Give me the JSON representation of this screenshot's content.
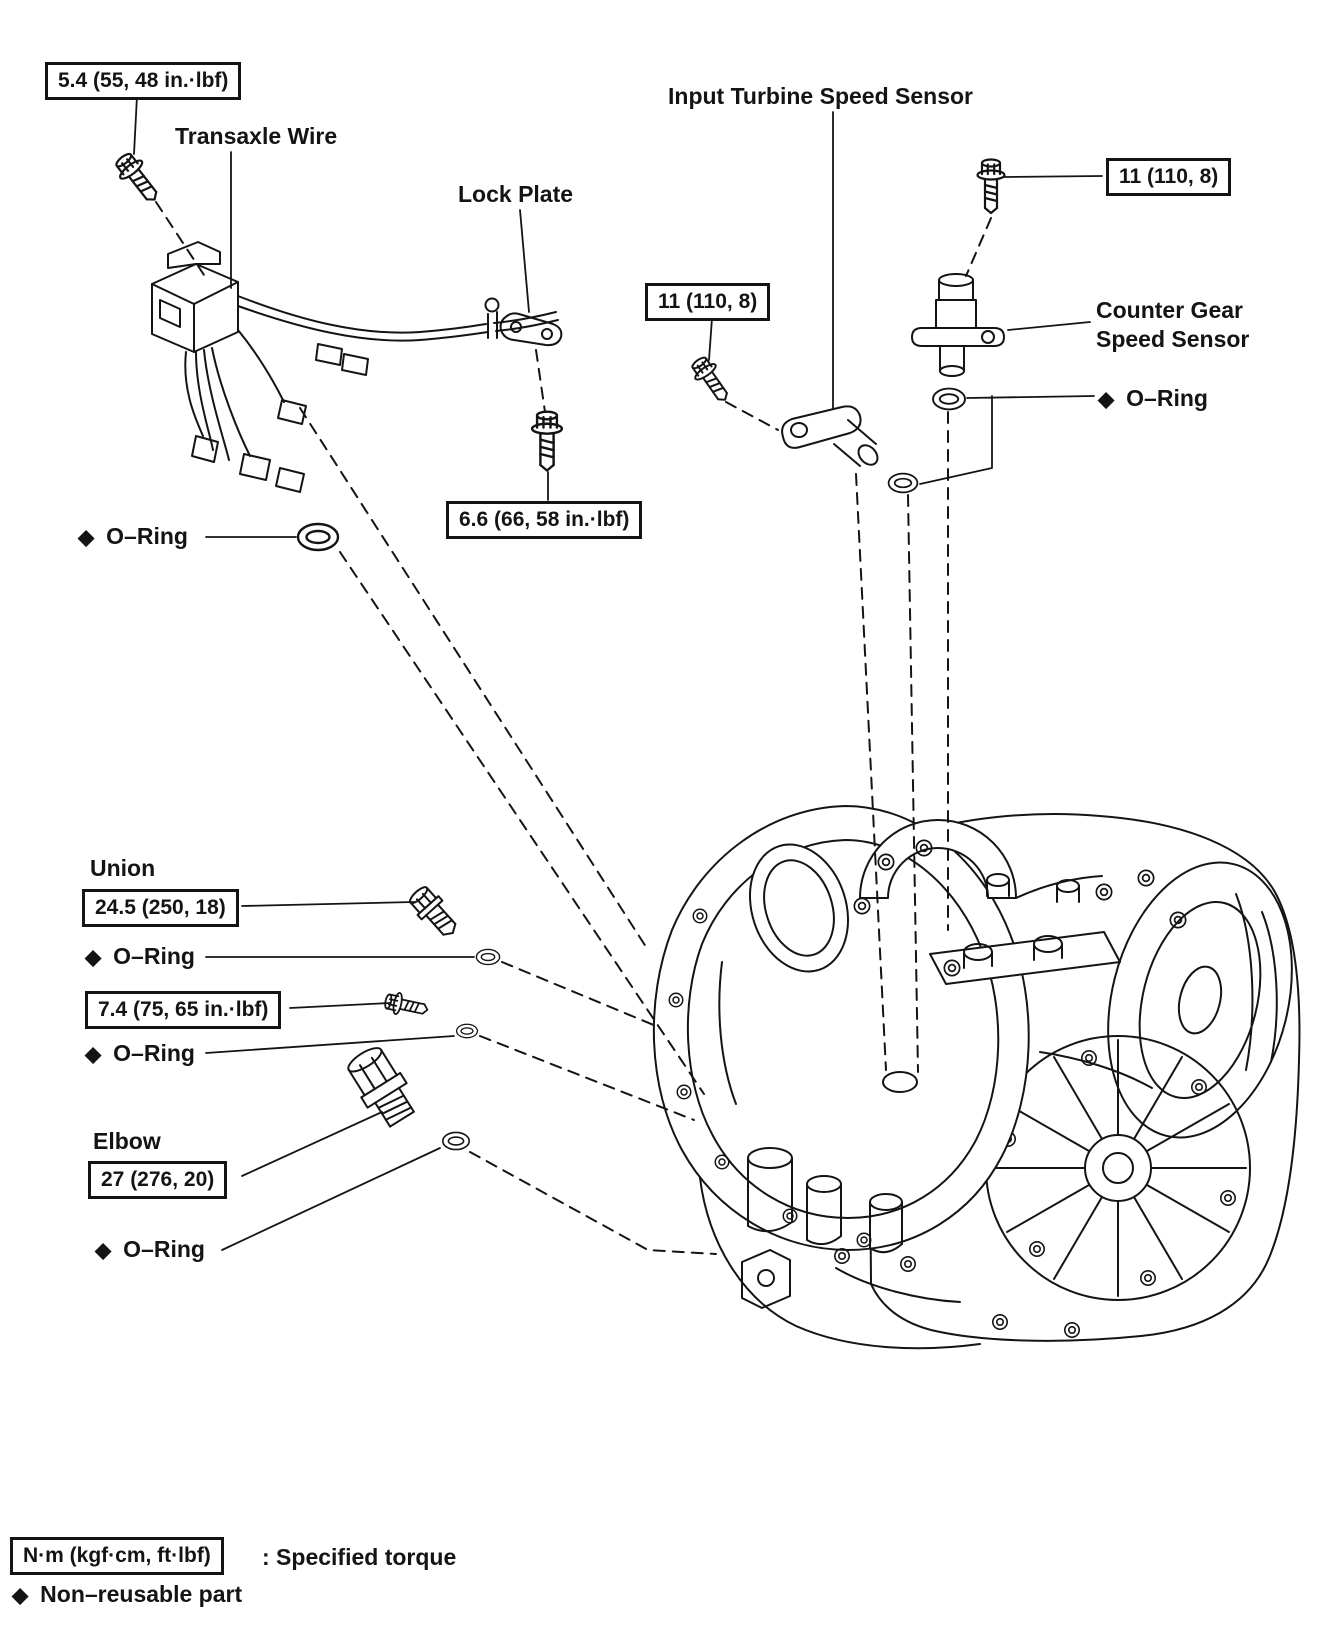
{
  "symbols": {
    "diamond": "◆"
  },
  "labels": {
    "transaxle_wire": "Transaxle Wire",
    "lock_plate": "Lock Plate",
    "input_turbine_speed_sensor": "Input Turbine Speed Sensor",
    "counter_gear_speed_sensor": "Counter Gear Speed Sensor",
    "union": "Union",
    "elbow": "Elbow",
    "o_ring": "O–Ring"
  },
  "torque_specs": {
    "transaxle_wire_bolt": "5.4 (55, 48 in.·lbf)",
    "counter_sensor_bolt": "11 (110, 8)",
    "input_sensor_bolt": "11 (110, 8)",
    "lock_plate_bolt": "6.6 (66, 58 in.·lbf)",
    "union": "24.5 (250, 18)",
    "small_union_bolt": "7.4 (75, 65 in.·lbf)",
    "elbow": "27 (276, 20)"
  },
  "legend": {
    "torque_units": "N·m (kgf·cm, ft·lbf)",
    "torque_meaning": ": Specified torque",
    "non_reusable": "Non–reusable part"
  }
}
